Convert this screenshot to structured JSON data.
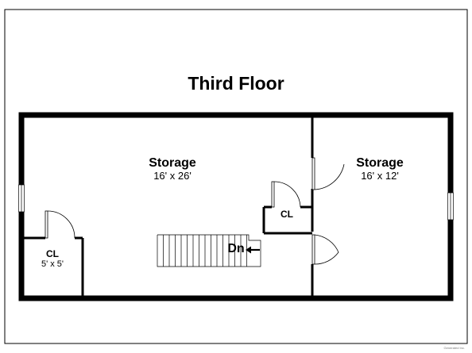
{
  "floor": {
    "title": "Third Floor"
  },
  "rooms": [
    {
      "id": "storage-main",
      "name": "Storage",
      "dimensions": "16' x 26'"
    },
    {
      "id": "storage-right",
      "name": "Storage",
      "dimensions": "16' x 12'"
    },
    {
      "id": "closet-left",
      "name": "CL",
      "dimensions": "5' x 5'"
    },
    {
      "id": "closet-center",
      "name": "CL"
    }
  ],
  "stairs": {
    "label": "Dn",
    "direction_icon": "arrow-left-icon"
  },
  "credit": {
    "text": "Generated Inc."
  }
}
